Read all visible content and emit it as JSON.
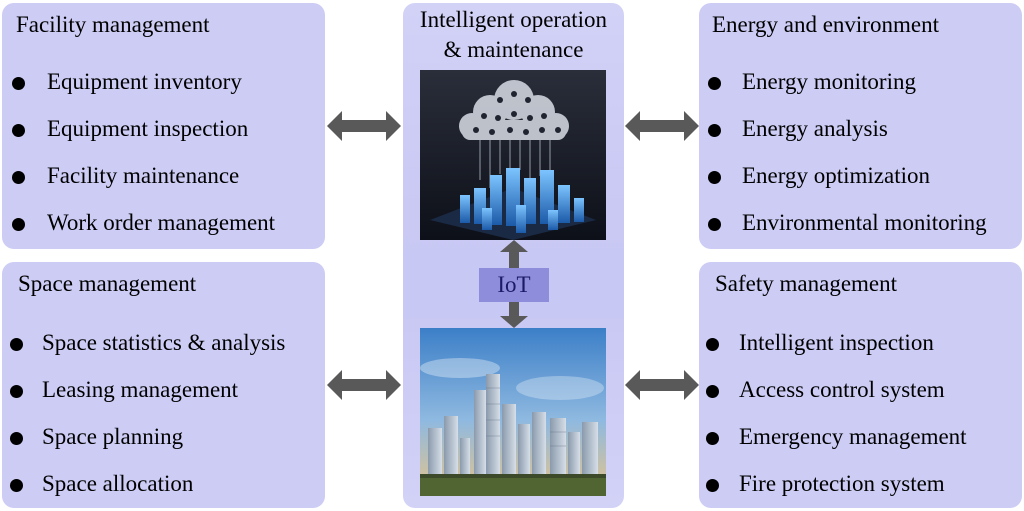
{
  "facility": {
    "title": "Facility management",
    "items": [
      "Equipment inventory",
      "Equipment inspection",
      "Facility maintenance",
      "Work order management"
    ]
  },
  "space": {
    "title": "Space management",
    "items": [
      "Space statistics & analysis",
      "Leasing management",
      "Space planning",
      "Space allocation"
    ]
  },
  "energy": {
    "title": "Energy and environment",
    "items": [
      "Energy monitoring",
      "Energy analysis",
      "Energy optimization",
      "Environmental monitoring"
    ]
  },
  "safety": {
    "title": "Safety management",
    "items": [
      "Intelligent inspection",
      "Access control system",
      "Emergency management",
      "Fire protection system"
    ]
  },
  "center": {
    "title_line1": "Intelligent operation",
    "title_line2": "& maintenance",
    "iot_label": "IoT"
  },
  "colors": {
    "panel": "#ccccf5",
    "iot_box": "#8d8ddb",
    "arrow": "#595959"
  }
}
